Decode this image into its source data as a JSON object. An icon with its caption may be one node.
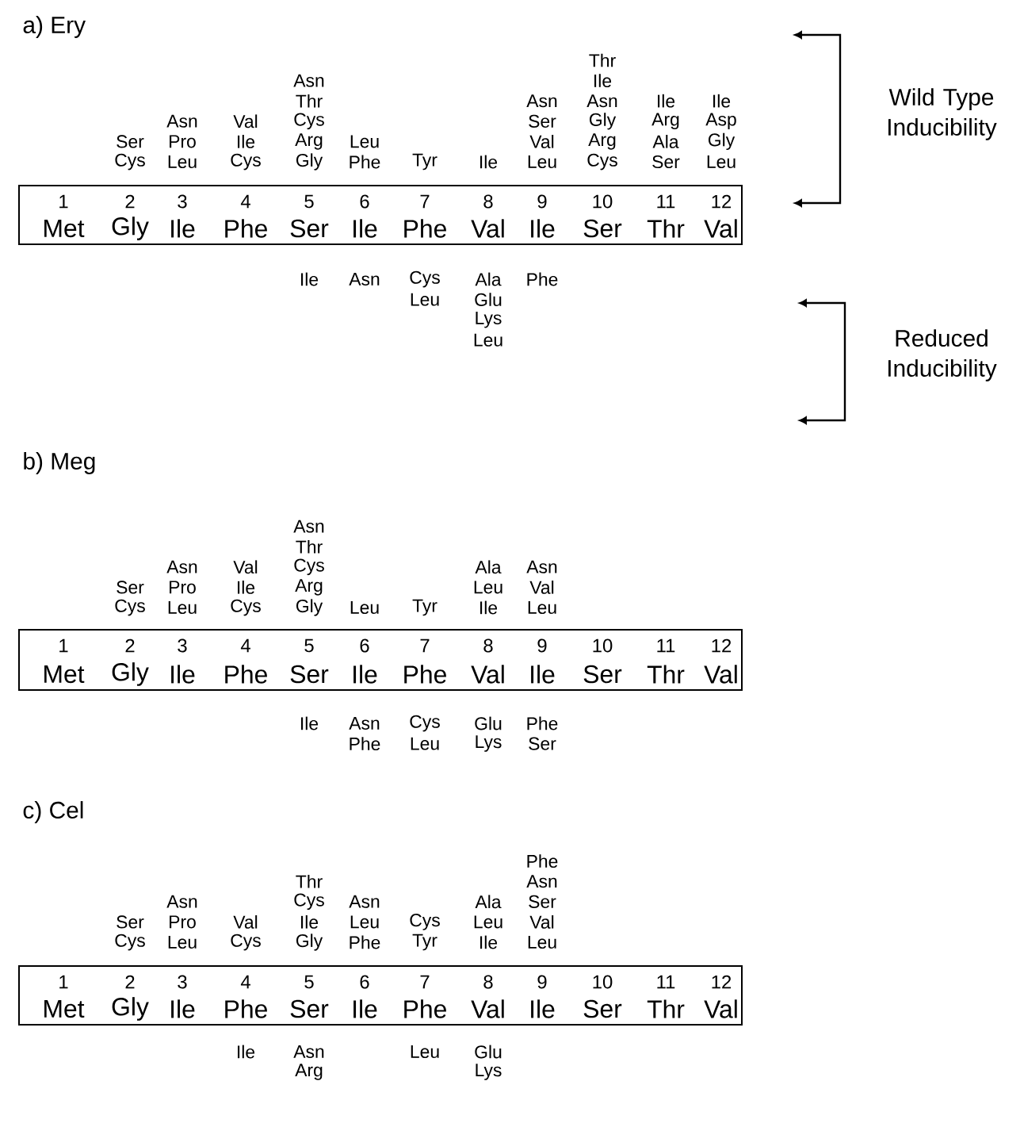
{
  "diagram": {
    "nodes": [
      {
        "text": [
          "1",
          "2",
          "3",
          "4",
          "5",
          "6",
          "7",
          "8",
          "9",
          "10",
          "11",
          "12",
          "Met",
          "Gly",
          "Ile",
          "Phe",
          "Ser",
          "Ile",
          "Phe",
          "Val",
          "Ile",
          "Ser",
          "Thr",
          "Val"
        ]
      },
      {
        "text": [
          "1",
          "2",
          "3",
          "4",
          "5",
          "6",
          "7",
          "8",
          "9",
          "10",
          "11",
          "12",
          "Met",
          "Gly",
          "Ile",
          "Phe",
          "Ser",
          "Ile",
          "Phe",
          "Val",
          "Ile",
          "Ser",
          "Thr",
          "Val"
        ]
      },
      {
        "text": [
          "1",
          "2",
          "3",
          "4",
          "5",
          "6",
          "7",
          "8",
          "9",
          "10",
          "11",
          "12",
          "Met",
          "Gly",
          "Ile",
          "Phe",
          "Ser",
          "Ile",
          "Phe",
          "Val",
          "Ile",
          "Ser",
          "Thr",
          "Val"
        ]
      }
    ],
    "edges": [],
    "labels": [
      "a) Ery",
      "Wild Type Inducibility",
      "Thr",
      "Asn",
      "Ile",
      "Thr",
      "Asn",
      "Asn",
      "Ile",
      "Ile",
      "Asn",
      "Val",
      "Cys",
      "Ser",
      "Gly",
      "Arg",
      "Asp",
      "Ser",
      "Pro",
      "Ile",
      "Arg",
      "Leu",
      "Val",
      "Arg",
      "Ala",
      "Gly",
      "Cys",
      "Leu",
      "Cys",
      "Gly",
      "Phe",
      "Tyr",
      "Ile",
      "Leu",
      "Cys",
      "Ser",
      "Leu",
      "Ile",
      "Asn",
      "Cys",
      "Ala",
      "Phe",
      "Leu",
      "Glu",
      "Lys",
      "Leu",
      "Reduced Inducibility",
      "b) Meg",
      "Asn",
      "Thr",
      "Asn",
      "Val",
      "Cys",
      "Ala",
      "Asn",
      "Ser",
      "Pro",
      "Ile",
      "Arg",
      "Leu",
      "Val",
      "Cys",
      "Leu",
      "Cys",
      "Gly",
      "Leu",
      "Tyr",
      "Ile",
      "Leu",
      "Ile",
      "Asn",
      "Cys",
      "Glu",
      "Phe",
      "Phe",
      "Leu",
      "Lys",
      "Ser",
      "c) Cel",
      "Phe",
      "Thr",
      "Asn",
      "Asn",
      "Cys",
      "Asn",
      "Ala",
      "Ser",
      "Ser",
      "Pro",
      "Val",
      "Ile",
      "Leu",
      "Cys",
      "Leu",
      "Val",
      "Cys",
      "Leu",
      "Cys",
      "Gly",
      "Phe",
      "Tyr",
      "Ile",
      "Leu",
      "Ile",
      "Asn",
      "Leu",
      "Glu",
      "Arg",
      "Lys"
    ]
  }
}
